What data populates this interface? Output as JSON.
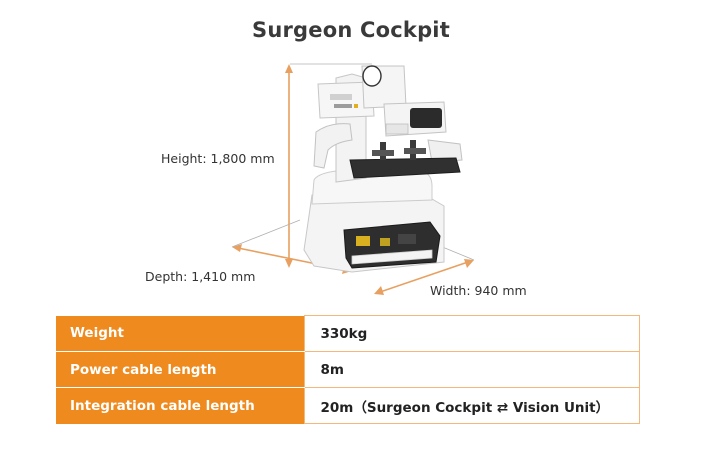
{
  "title": "Surgeon Cockpit",
  "dimensions": {
    "height": "Height: 1,800 mm",
    "depth": "Depth: 1,410 mm",
    "width": "Width: 940 mm"
  },
  "specs": [
    {
      "label": "Weight",
      "value": "330kg"
    },
    {
      "label": "Power cable length",
      "value": "8m"
    },
    {
      "label": "Integration cable length",
      "value": "20m（Surgeon Cockpit ⇄ Vision Unit）"
    }
  ],
  "colors": {
    "accent": "#ee8a1e",
    "dimension_line": "#e8a060",
    "machine_body": "#f4f4f4",
    "title_text": "#3a3a3a"
  }
}
